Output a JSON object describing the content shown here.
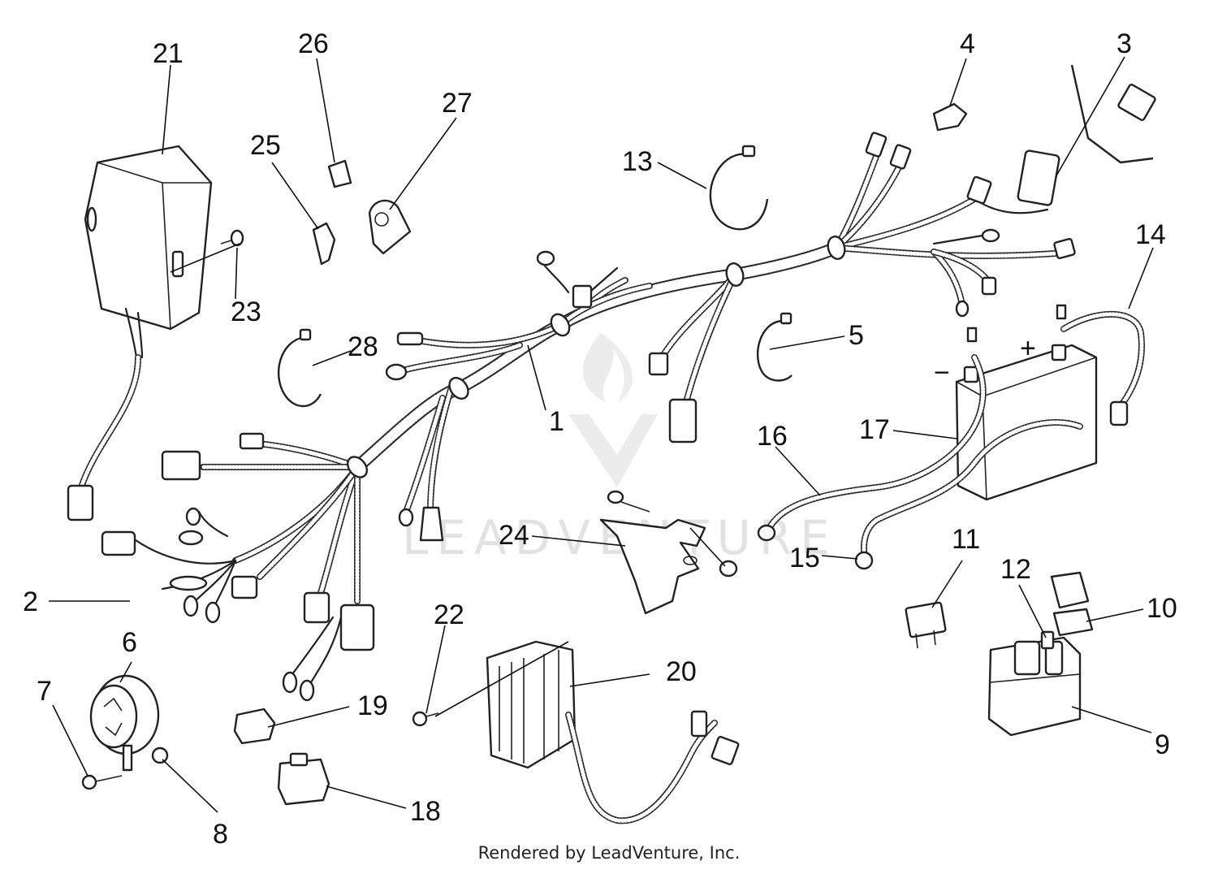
{
  "diagram": {
    "callouts": [
      {
        "id": "1",
        "label": "1"
      },
      {
        "id": "2",
        "label": "2"
      },
      {
        "id": "3",
        "label": "3"
      },
      {
        "id": "4",
        "label": "4"
      },
      {
        "id": "5",
        "label": "5"
      },
      {
        "id": "6",
        "label": "6"
      },
      {
        "id": "7",
        "label": "7"
      },
      {
        "id": "8",
        "label": "8"
      },
      {
        "id": "9",
        "label": "9"
      },
      {
        "id": "10",
        "label": "10"
      },
      {
        "id": "11",
        "label": "11"
      },
      {
        "id": "12",
        "label": "12"
      },
      {
        "id": "13",
        "label": "13"
      },
      {
        "id": "14",
        "label": "14"
      },
      {
        "id": "15",
        "label": "15"
      },
      {
        "id": "16",
        "label": "16"
      },
      {
        "id": "17",
        "label": "17"
      },
      {
        "id": "18",
        "label": "18"
      },
      {
        "id": "19",
        "label": "19"
      },
      {
        "id": "20",
        "label": "20"
      },
      {
        "id": "21",
        "label": "21"
      },
      {
        "id": "22",
        "label": "22"
      },
      {
        "id": "23",
        "label": "23"
      },
      {
        "id": "24",
        "label": "24"
      },
      {
        "id": "25",
        "label": "25"
      },
      {
        "id": "26",
        "label": "26"
      },
      {
        "id": "27",
        "label": "27"
      },
      {
        "id": "28",
        "label": "28"
      }
    ],
    "battery_signs": {
      "minus": "−",
      "plus": "+"
    },
    "watermark": "LEADVENTURE"
  },
  "footer": {
    "credit": "Rendered by LeadVenture, Inc."
  }
}
